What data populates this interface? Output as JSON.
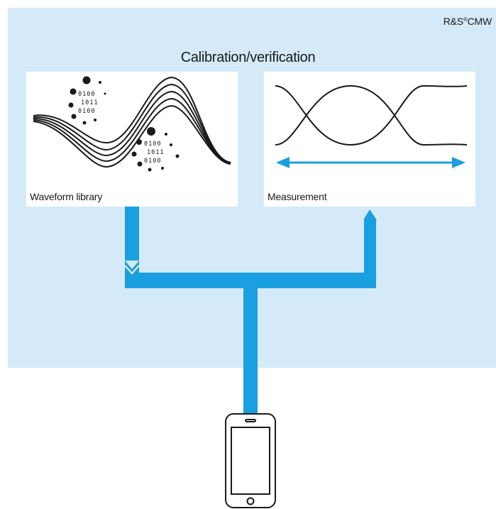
{
  "diagram": {
    "brand_text": "R&S",
    "brand_registered": "®",
    "brand_model": "CMW",
    "title": "Calibration/verification",
    "waveform_card": {
      "label": "Waveform library",
      "bits_1": [
        "0100",
        "1011",
        "0100"
      ],
      "bits_2": [
        "0100",
        "1011",
        "0100"
      ]
    },
    "measurement_card": {
      "label": "Measurement"
    },
    "colors": {
      "panel_background": "#d5eaf8",
      "signal_path": "#1a9fe0",
      "card_background": "#ffffff",
      "ink": "#1a1a1a"
    },
    "icons": [
      "smartphone-icon",
      "double-arrow-icon"
    ]
  }
}
